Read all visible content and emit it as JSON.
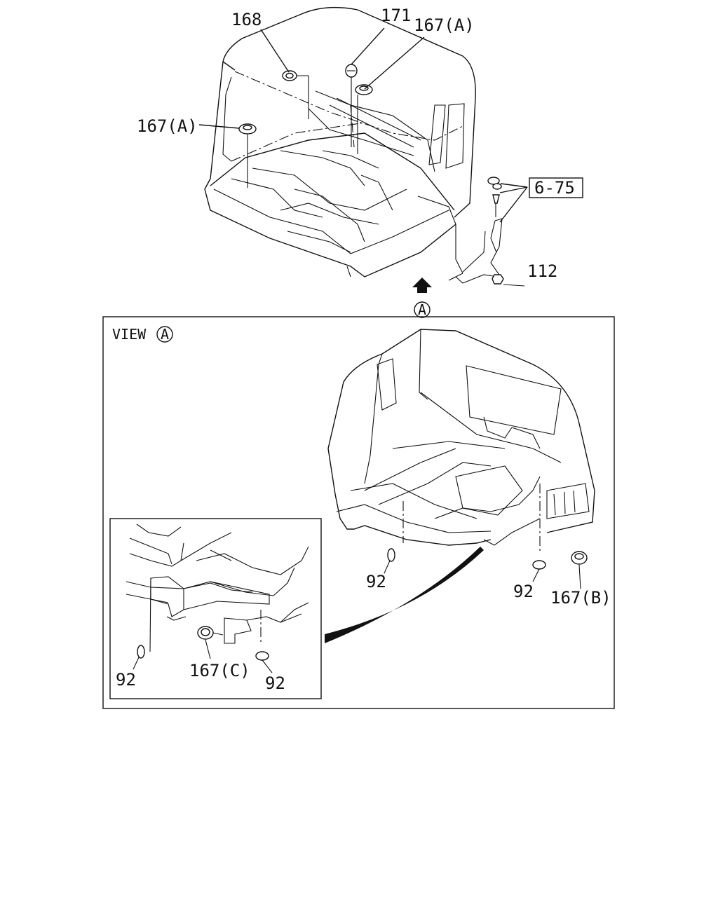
{
  "callouts": {
    "p168": "168",
    "p171": "171",
    "p167a_top": "167(A)",
    "p167a_left": "167(A)",
    "ref_6_75": "6-75",
    "p112": "112",
    "view_marker": "A",
    "p92_main_left": "92",
    "p92_main_right": "92",
    "p167b": "167(B)",
    "p92_inset_left": "92",
    "p167c": "167(C)",
    "p92_inset_right": "92"
  },
  "view_box": {
    "title": "VIEW",
    "marker": "A"
  }
}
